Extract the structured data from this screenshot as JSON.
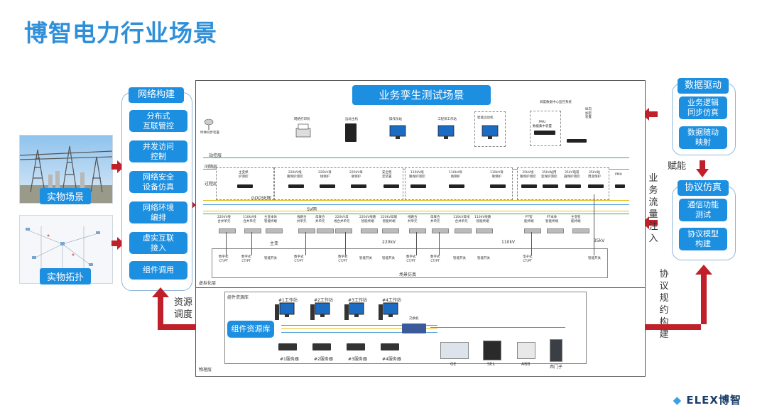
{
  "title": "博智电力行业场景",
  "left": {
    "physical_scene": "实物场景",
    "physical_topology": "实物拓扑"
  },
  "network_panel": {
    "header": "网络构建",
    "items": [
      "分布式\n互联管控",
      "并发访问\n控制",
      "网络安全\n设备仿真",
      "网络环境\n编排",
      "虚实互联\n接入",
      "组件调用"
    ]
  },
  "data_panel": {
    "header": "数据驱动",
    "items": [
      "业务逻辑\n同步仿真",
      "数据随动\n映射"
    ]
  },
  "protocol_panel": {
    "header": "协议仿真",
    "items": [
      "通信功能\n测试",
      "协议模型\n构建"
    ]
  },
  "labels": {
    "empower": "赋能",
    "traffic_inject": "业务\n流量\n注入",
    "protocol_build": "协议\n规约\n构建",
    "resource_dispatch": "资源\n调度"
  },
  "twin": {
    "header": "业务孪生测试场景",
    "satellite": "时钟同步装置",
    "printer": "网络打印机",
    "host": "远动主机",
    "operator": "操作员站",
    "engineer": "工程师工作站",
    "smart_gw": "智能远动机",
    "pmu_group": "调度数据中心监控系统",
    "pmu": "PMU\n数据集中装置",
    "fw": "纵向\n加密\n装置",
    "net_station": "站控层",
    "net_bay": "间隔层",
    "net_process": "过程层",
    "goose": "GOOSE网",
    "sv": "SV网",
    "bay_devices": [
      "主变保\n护测控",
      "220kV线\n路保护测控",
      "220kV母\n线保护",
      "220kV母\n联保护",
      "安全稳\n定装置",
      "110kV线\n路保护测控",
      "110kV母\n线保护",
      "110kV母\n联保护",
      "35kV线\n路保护测控",
      "35kV站用\n变保护测控",
      "35kV电容\n器保护测控",
      "35kV站\n用变保护",
      "PMU"
    ],
    "merge_units": [
      "220kV线\n合并单元",
      "110kV线\n合并单元",
      "主变本体\n智能终端",
      "线路合\n并单元",
      "母联合\n并单元",
      "220kV母\n线合并单元",
      "220kV线路\n智能终端",
      "220kV母联\n智能终端",
      "线路合\n并单元",
      "母联合\n并单元",
      "110kV母线\n合并单元",
      "110kV线路\n智能终端",
      "PT智\n能终端",
      "PT本体\n智能终端",
      "主变智\n能终端"
    ],
    "sensors": [
      "数字式\nCT/PT",
      "数字式\nCT/PT",
      "智能开关",
      "数字式\nCT/PT",
      "数字式\nCT/PT",
      "智能开关",
      "智能开关",
      "数字式\nCT/PT",
      "数字式\nCT/PT",
      "智能开关",
      "智能开关",
      "电子式\nCT/PT",
      "智能开关"
    ],
    "main_tf": "主变",
    "v220": "220kV",
    "v110": "110kV",
    "v35": "35kV",
    "scene_sim": "场景仿真",
    "virtual_layer": "虚拟化层"
  },
  "physical": {
    "lib_title": "组件资源库",
    "workstations": [
      "#1工作站",
      "#2工作站",
      "#3工作站",
      "#4工作站"
    ],
    "switch": "交换机",
    "lib_button": "组件资源库",
    "servers": [
      "#1服务器",
      "#2服务器",
      "#3服务器",
      "#4服务器"
    ],
    "vendors": [
      "GE",
      "SEL",
      "ABB",
      "西门子"
    ],
    "layer": "物理层"
  },
  "logo": "ELEX博智",
  "colors": {
    "accent": "#1d8fe0",
    "title": "#2f8fd8",
    "arrow": "#c0202a",
    "green_bus": "#30b050",
    "yellow_bus": "#e8c020",
    "blue_bus": "#4a9ad8"
  }
}
